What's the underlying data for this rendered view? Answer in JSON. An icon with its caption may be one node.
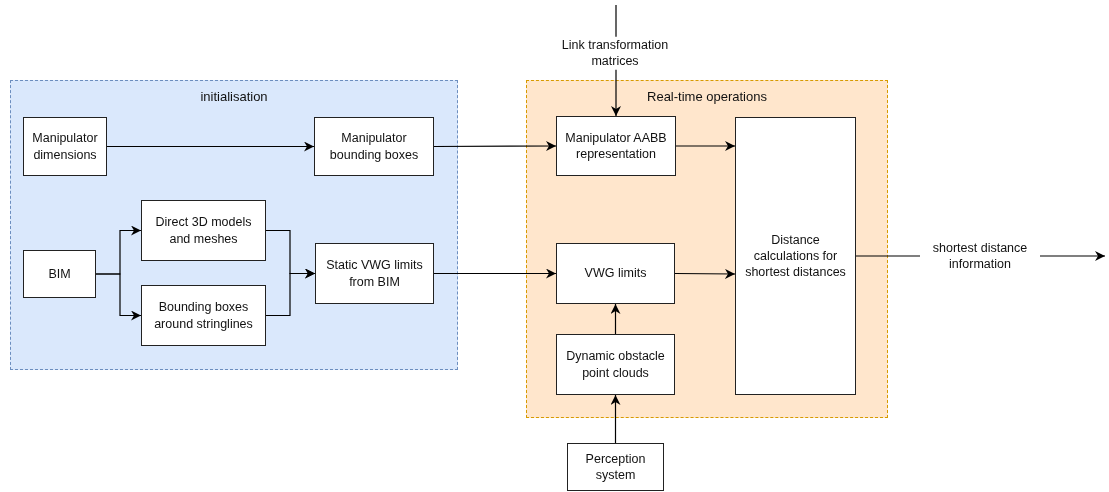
{
  "diagram": {
    "nodes": [
      {
        "text": [
          "initialisation"
        ]
      },
      {
        "text": [
          "Manipulator dimensions"
        ],
        "in": 0
      },
      {
        "text": [
          "Manipulator bounding boxes"
        ],
        "in": 0
      },
      {
        "text": [
          "BIM"
        ],
        "in": 0
      },
      {
        "text": [
          "Direct 3D models and meshes"
        ],
        "in": 0
      },
      {
        "text": [
          "Bounding boxes around stringlines"
        ],
        "in": 0
      },
      {
        "text": [
          "Static VWG limits from BIM"
        ],
        "in": 0
      },
      {
        "text": [
          "Real-time operations"
        ]
      },
      {
        "text": [
          "Manipulator AABB representation"
        ],
        "in": 7
      },
      {
        "text": [
          "Distance calculations for shortest distances"
        ],
        "in": 7
      },
      {
        "text": [
          "VWG limits"
        ],
        "in": 7
      },
      {
        "text": [
          "Dynamic obstacle point clouds"
        ],
        "in": 7
      },
      {
        "text": [
          "Perception system"
        ]
      }
    ],
    "edges": [
      {
        "from": 1,
        "to": 2,
        "arrow": "to"
      },
      {
        "from": 3,
        "to": 4,
        "arrow": "to"
      },
      {
        "from": 3,
        "to": 5,
        "arrow": "to"
      },
      {
        "from": 4,
        "to": 6,
        "arrow": "to"
      },
      {
        "from": 5,
        "to": 6,
        "arrow": "to"
      },
      {
        "from": 2,
        "to": 8,
        "arrow": "to"
      },
      {
        "from": 6,
        "to": 10,
        "arrow": "to"
      },
      {
        "from": null,
        "to": 8,
        "arrow": "to",
        "label": "Link transformation matrices"
      },
      {
        "from": 8,
        "to": 9,
        "arrow": "to"
      },
      {
        "from": 10,
        "to": 9,
        "arrow": "to"
      },
      {
        "from": 11,
        "to": 10,
        "arrow": "to"
      },
      {
        "from": 12,
        "to": 11,
        "arrow": "to"
      },
      {
        "from": 9,
        "to": null,
        "arrow": "to",
        "label": "shortest distance information"
      }
    ]
  }
}
